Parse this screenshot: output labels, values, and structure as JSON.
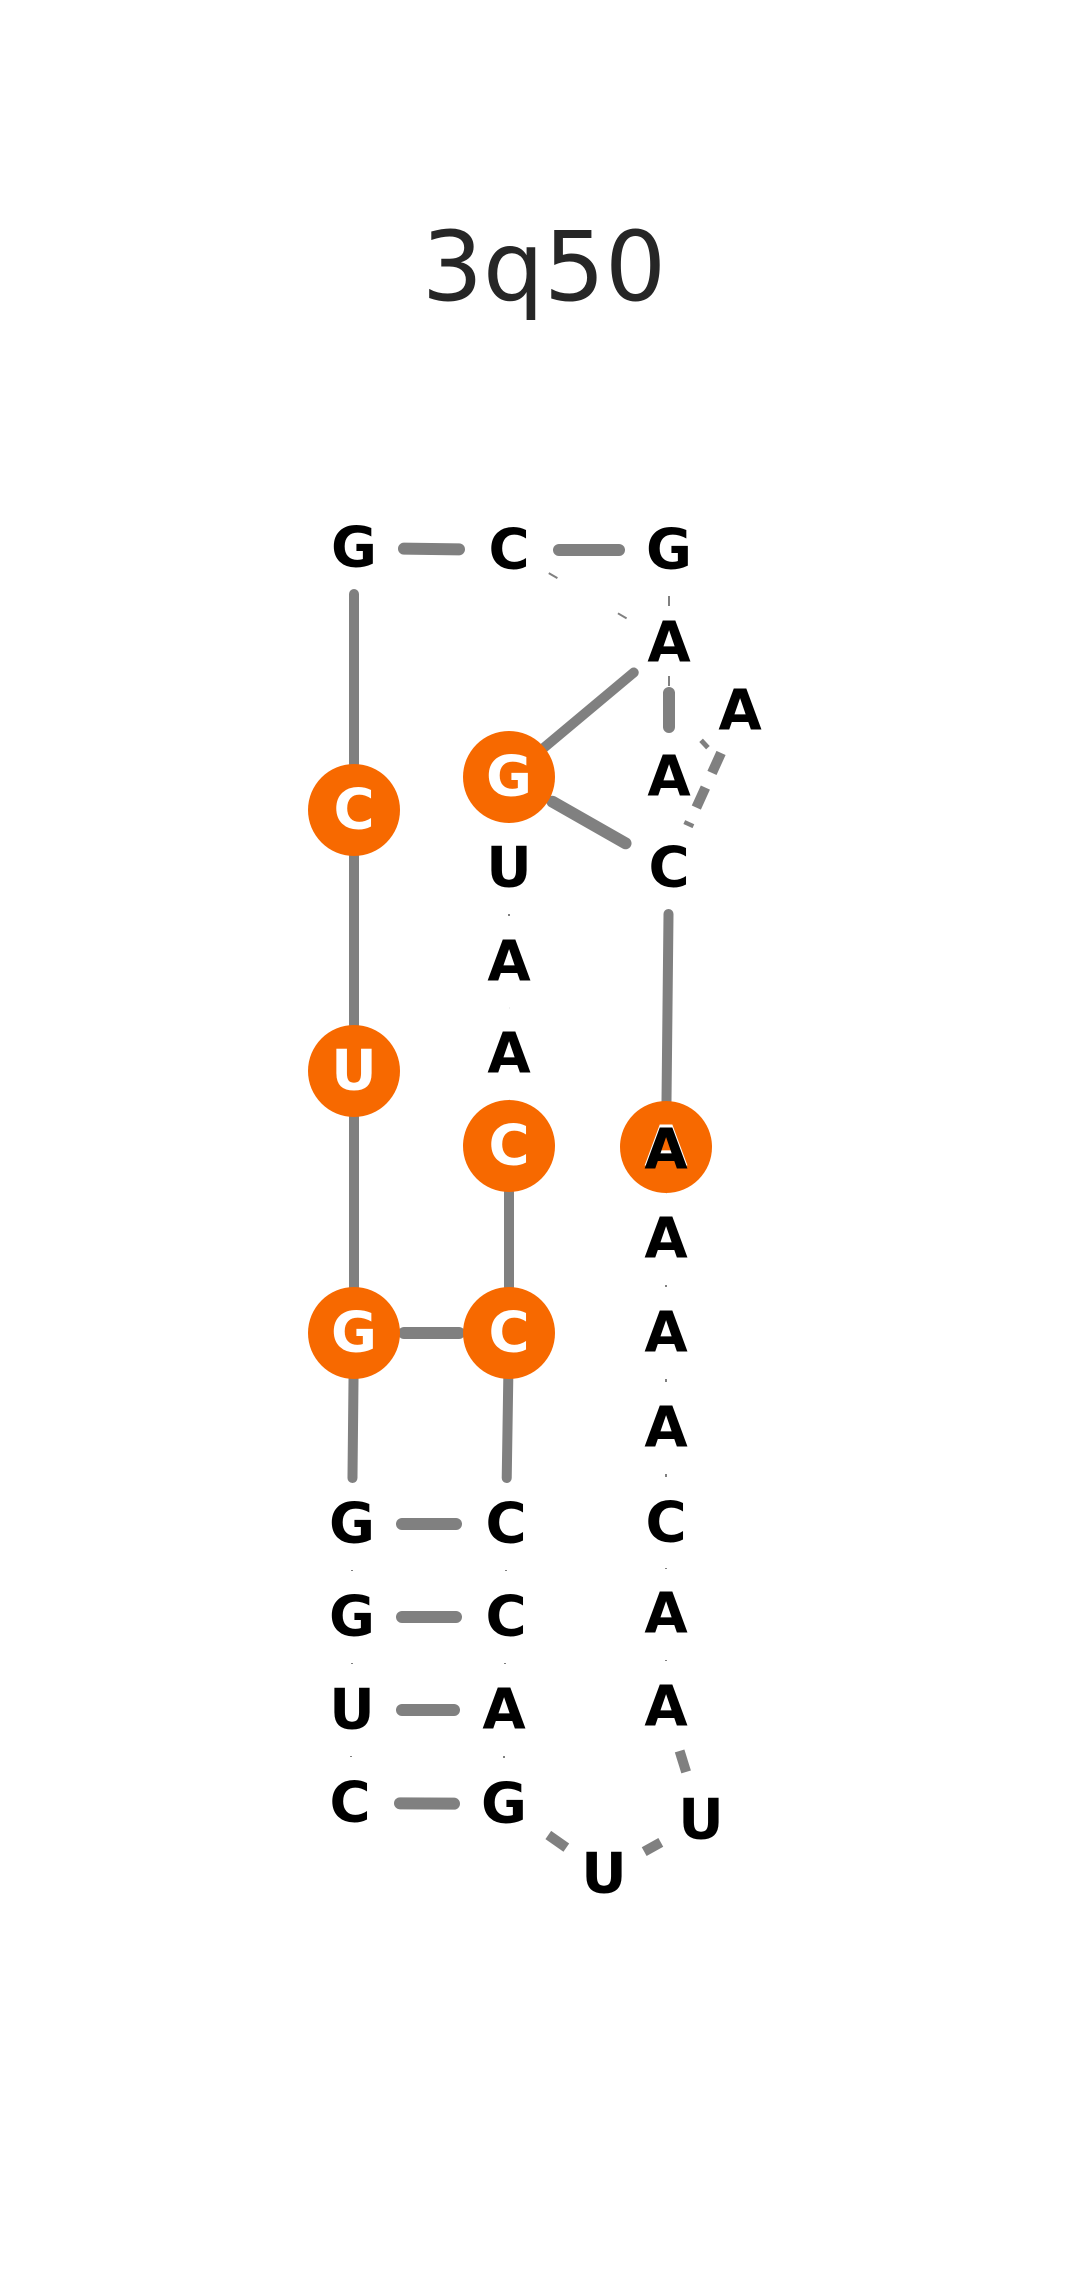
{
  "title": "3q50",
  "colors": {
    "highlight": "#f76900",
    "link": "#808080",
    "text": "#000000",
    "highlight_text": "#ffffff",
    "title": "#262626"
  },
  "nucleotides": [
    {
      "id": 1,
      "base": "G",
      "highlighted": false
    },
    {
      "id": 2,
      "base": "C",
      "highlighted": false
    },
    {
      "id": 3,
      "base": "G",
      "highlighted": false
    },
    {
      "id": 4,
      "base": "A",
      "highlighted": false
    },
    {
      "id": 5,
      "base": "A",
      "highlighted": false
    },
    {
      "id": 6,
      "base": "A",
      "highlighted": false
    },
    {
      "id": 7,
      "base": "C",
      "highlighted": false
    },
    {
      "id": 8,
      "base": "G",
      "highlighted": true
    },
    {
      "id": 9,
      "base": "U",
      "highlighted": false
    },
    {
      "id": 10,
      "base": "C",
      "highlighted": true
    },
    {
      "id": 11,
      "base": "A",
      "highlighted": false
    },
    {
      "id": 12,
      "base": "A",
      "highlighted": false
    },
    {
      "id": 13,
      "base": "U",
      "highlighted": true
    },
    {
      "id": 14,
      "base": "C",
      "highlighted": true
    },
    {
      "id": 15,
      "base": "A",
      "highlighted": true
    },
    {
      "id": 16,
      "base": "G",
      "highlighted": true
    },
    {
      "id": 17,
      "base": "C",
      "highlighted": true
    },
    {
      "id": 18,
      "base": "A",
      "highlighted": false
    },
    {
      "id": 19,
      "base": "G",
      "highlighted": false
    },
    {
      "id": 20,
      "base": "C",
      "highlighted": false
    },
    {
      "id": 21,
      "base": "A",
      "highlighted": false
    },
    {
      "id": 22,
      "base": "G",
      "highlighted": false
    },
    {
      "id": 23,
      "base": "C",
      "highlighted": false
    },
    {
      "id": 24,
      "base": "U",
      "highlighted": false
    },
    {
      "id": 25,
      "base": "A",
      "highlighted": false
    },
    {
      "id": 26,
      "base": "C",
      "highlighted": false
    },
    {
      "id": 27,
      "base": "G",
      "highlighted": false
    },
    {
      "id": 28,
      "base": "A",
      "highlighted": false
    },
    {
      "id": 29,
      "base": "U",
      "highlighted": false
    },
    {
      "id": 30,
      "base": "A",
      "highlighted": false
    },
    {
      "id": 31,
      "base": "C",
      "highlighted": false
    },
    {
      "id": 32,
      "base": "A",
      "highlighted": false
    },
    {
      "id": 33,
      "base": "U",
      "highlighted": false
    },
    {
      "id": 34,
      "base": "A",
      "highlighted": false
    }
  ]
}
